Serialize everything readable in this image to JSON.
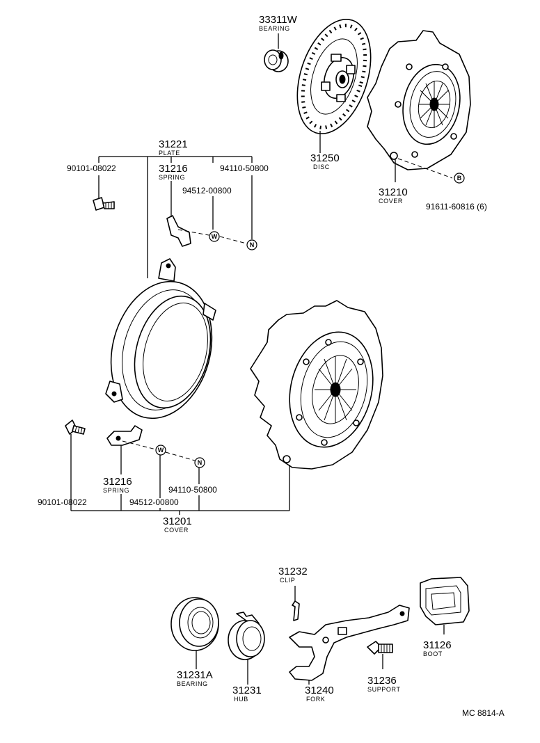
{
  "parts": {
    "p33311W": {
      "number": "33311W",
      "name": "BEARING"
    },
    "p31250": {
      "number": "31250",
      "name": "DISC"
    },
    "p31210": {
      "number": "31210",
      "name": "COVER"
    },
    "p91611": {
      "number": "91611-60816 (6)"
    },
    "p31221": {
      "number": "31221",
      "name": "PLATE"
    },
    "p90101a": {
      "number": "90101-08022"
    },
    "p31216a": {
      "number": "31216",
      "name": "SPRING"
    },
    "p94110a": {
      "number": "94110-50800"
    },
    "p94512a": {
      "number": "94512-00800"
    },
    "p31216b": {
      "number": "31216",
      "name": "SPRING"
    },
    "p94110b": {
      "number": "94110-50800"
    },
    "p90101b": {
      "number": "90101-08022"
    },
    "p94512b": {
      "number": "94512-00800"
    },
    "p31201": {
      "number": "31201",
      "name": "COVER"
    },
    "p31232": {
      "number": "31232",
      "name": "CLIP"
    },
    "p31126": {
      "number": "31126",
      "name": "BOOT"
    },
    "p31231A": {
      "number": "31231A",
      "name": "BEARING"
    },
    "p31231": {
      "number": "31231",
      "name": "HUB"
    },
    "p31240": {
      "number": "31240",
      "name": "FORK"
    },
    "p31236": {
      "number": "31236",
      "name": "SUPPORT"
    }
  },
  "tags": {
    "b": "B",
    "w": "W",
    "n": "N"
  },
  "figure_code": "MC 8814-A"
}
